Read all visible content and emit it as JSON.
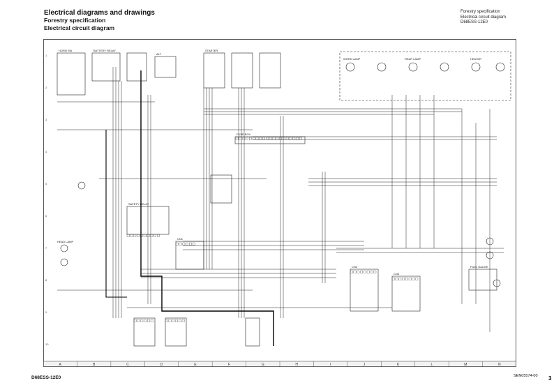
{
  "header": {
    "title": "Electrical diagrams and drawings",
    "subtitle1": "Forestry specification",
    "subtitle2": "Electrical circuit diagram",
    "right_line1": "Forestry specification",
    "right_line2": "Electrical circuit diagram",
    "right_line3": "D68ESS-12E0"
  },
  "footer": {
    "left_code": "D68ESS-12E0",
    "doc_code": "SEN05574-00",
    "page": "3"
  },
  "grid_columns": [
    "A",
    "B",
    "C",
    "D",
    "E",
    "F",
    "G",
    "H",
    "I",
    "J",
    "K",
    "L",
    "M",
    "N"
  ],
  "grid_rows": [
    "1",
    "2",
    "3",
    "4",
    "5",
    "6",
    "7",
    "8",
    "9",
    "10"
  ],
  "component_labels": {
    "c1": "HORN SW",
    "c2": "WORK LAMP",
    "c3": "BATTERY RELAY",
    "c4": "HEATER",
    "c5": "REAR LAMP",
    "c6": "HEAD LAMP",
    "c7": "SAFETY RELAY",
    "c8": "ALT",
    "c9": "STARTER",
    "c10": "FUEL GAUGE",
    "c11": "CN1",
    "c12": "CN2",
    "c13": "CN3",
    "c14": "FUSE BOX"
  }
}
